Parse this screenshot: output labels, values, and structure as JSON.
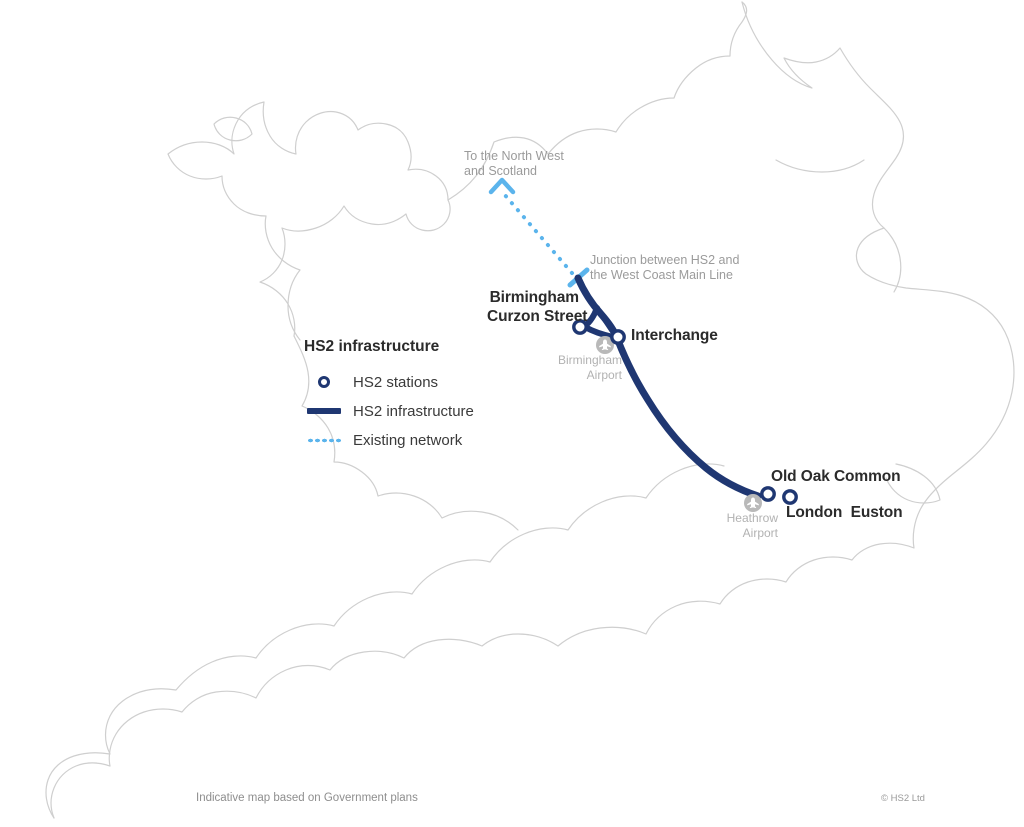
{
  "map": {
    "title": "HS2 route map",
    "colors": {
      "hs2_infrastructure": "#1f3772",
      "existing_network": "#5bb4ec",
      "coastline": "#cfcfcf",
      "station_label": "#2b2b2b",
      "annotation": "#9b9b9b",
      "airport_label": "#b2b2b2",
      "background": "#ffffff"
    }
  },
  "legend": {
    "title": "HS2 infrastructure",
    "items": [
      {
        "key": "station-ring-icon",
        "label": "HS2 stations"
      },
      {
        "key": "solid-line-icon",
        "label": "HS2 infrastructure"
      },
      {
        "key": "dotted-line-icon",
        "label": "Existing network"
      }
    ]
  },
  "stations": [
    {
      "id": "birmingham-curzon-street",
      "label": "Birmingham\nCurzon Street"
    },
    {
      "id": "interchange",
      "label": "Interchange"
    },
    {
      "id": "old-oak-common",
      "label": "Old Oak Common"
    },
    {
      "id": "london-euston",
      "label": "London  Euston"
    }
  ],
  "annotations": [
    {
      "id": "north-west-scotland",
      "label": "To the North West\nand Scotland"
    },
    {
      "id": "wcml-junction",
      "label": "Junction between HS2 and\nthe West Coast Main Line"
    }
  ],
  "airports": [
    {
      "id": "birmingham-airport",
      "label": "Birmingham\nAirport"
    },
    {
      "id": "heathrow-airport",
      "label": "Heathrow\nAirport"
    }
  ],
  "footer": {
    "caption": "Indicative map based on Government plans",
    "copyright": "© HS2 Ltd"
  }
}
